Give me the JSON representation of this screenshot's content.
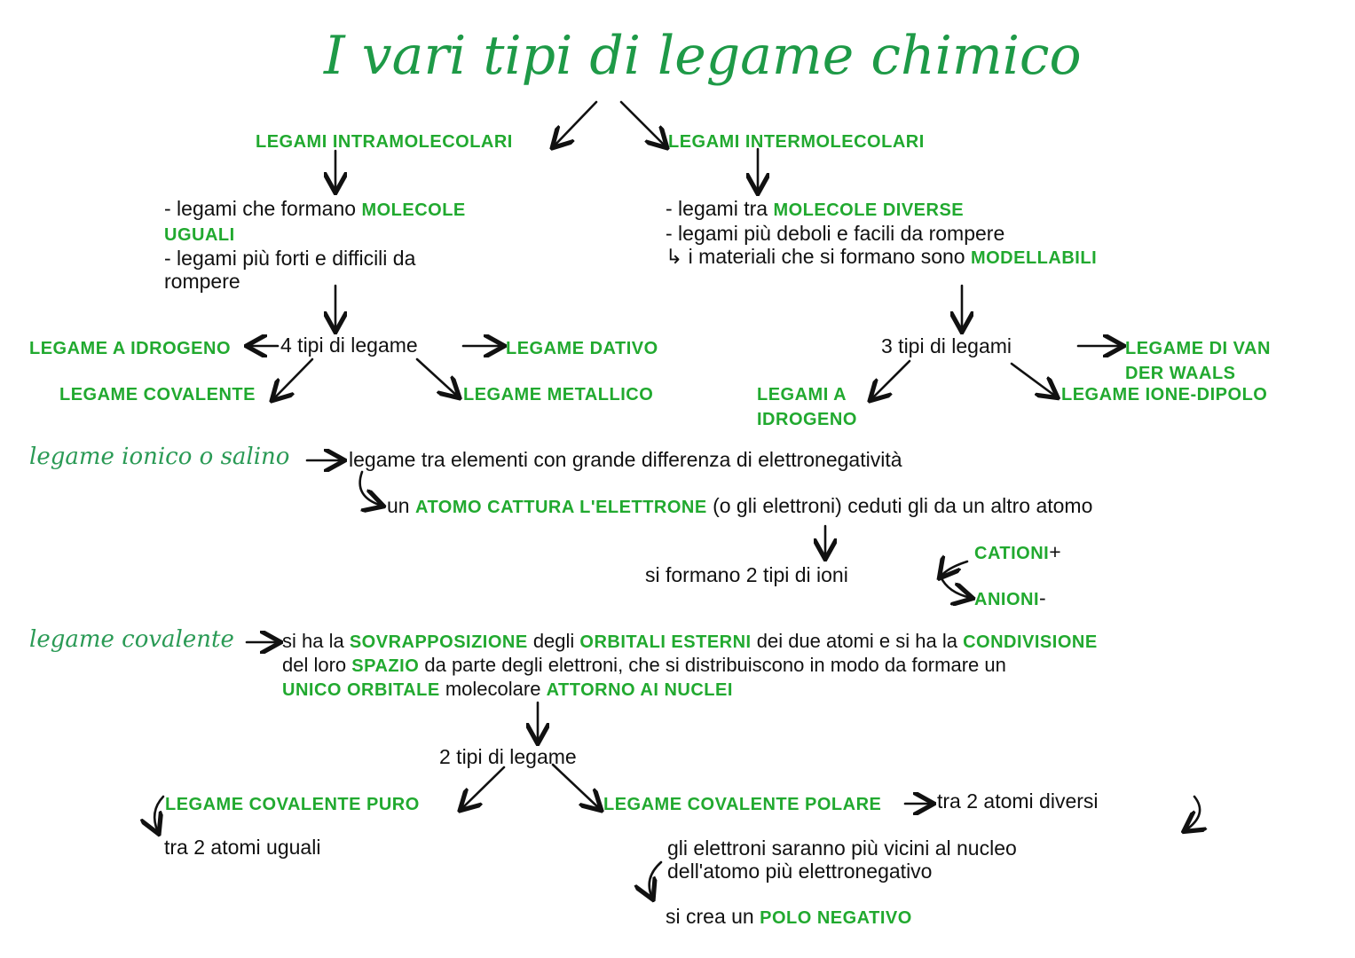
{
  "title": "I vari tipi di legame chimico",
  "colors": {
    "green": "#21a92f",
    "title_green": "#1e9a47",
    "ink": "#111111"
  },
  "blocks": {
    "intra_head": [
      [
        [
          "LEGAMI INTRAMOLECOLARI",
          "g"
        ]
      ]
    ],
    "inter_head": [
      [
        [
          "LEGAMI INTERMOLECOLARI",
          "g"
        ]
      ]
    ],
    "intra_desc": [
      [
        [
          "- legami che formano ",
          "k"
        ],
        [
          "MOLECOLE",
          "g"
        ]
      ],
      [
        [
          "  ",
          "k"
        ],
        [
          "UGUALI",
          "g"
        ]
      ],
      [
        [
          "- legami più forti e difficili da",
          "k"
        ]
      ],
      [
        [
          "  rompere",
          "k"
        ]
      ]
    ],
    "inter_desc": [
      [
        [
          "- legami tra ",
          "k"
        ],
        [
          "MOLECOLE DIVERSE",
          "g"
        ]
      ],
      [
        [
          "- legami più deboli e facili da rompere",
          "k"
        ]
      ],
      [
        [
          "↳ i materiali che si formano sono ",
          "k"
        ],
        [
          "MODELLABILI",
          "g"
        ]
      ]
    ],
    "four_types": [
      [
        [
          "4 tipi di legame",
          "k"
        ]
      ]
    ],
    "idrogeno": [
      [
        [
          "LEGAME A IDROGENO",
          "g"
        ]
      ]
    ],
    "dativo": [
      [
        [
          "LEGAME DATIVO",
          "g"
        ]
      ]
    ],
    "covalente": [
      [
        [
          "LEGAME COVALENTE",
          "g"
        ]
      ]
    ],
    "metallico": [
      [
        [
          "LEGAME METALLICO",
          "g"
        ]
      ]
    ],
    "three_types": [
      [
        [
          "3 tipi di legami",
          "k"
        ]
      ]
    ],
    "van_der_waals": [
      [
        [
          "LEGAME DI VAN",
          "g"
        ]
      ],
      [
        [
          "DER WAALS",
          "g"
        ]
      ]
    ],
    "legami_idrogeno": [
      [
        [
          "LEGAMI A",
          "g"
        ]
      ],
      [
        [
          "IDROGENO",
          "g"
        ]
      ]
    ],
    "ione_dipolo": [
      [
        [
          "LEGAME IONE-DIPOLO",
          "g"
        ]
      ]
    ],
    "ionico_def": [
      [
        [
          "legame tra elementi con grande differenza di elettronegatività",
          "k"
        ]
      ]
    ],
    "ionico_detail": [
      [
        [
          "un ",
          "k"
        ],
        [
          "ATOMO CATTURA L'ELETTRONE",
          "g"
        ],
        [
          " (o gli elettroni) ceduti gli da un altro atomo",
          "k"
        ]
      ]
    ],
    "ioni": [
      [
        [
          "si formano 2 tipi di ioni",
          "k"
        ]
      ]
    ],
    "cationi": [
      [
        [
          "CATIONI",
          "g"
        ],
        [
          "+",
          "k"
        ]
      ]
    ],
    "anioni": [
      [
        [
          "ANIONI",
          "g"
        ],
        [
          "-",
          "k"
        ]
      ]
    ],
    "covalente_def": [
      [
        [
          "si ha la ",
          "k"
        ],
        [
          "SOVRAPPOSIZIONE",
          "g"
        ],
        [
          " degli ",
          "k"
        ],
        [
          "ORBITALI ESTERNI",
          "g"
        ],
        [
          " dei due atomi e si ha la ",
          "k"
        ],
        [
          "CONDIVISIONE",
          "g"
        ]
      ],
      [
        [
          "del loro ",
          "k"
        ],
        [
          "SPAZIO",
          "g"
        ],
        [
          " da parte degli elettroni, che si distribuiscono in modo da formare un",
          "k"
        ]
      ],
      [
        [
          "UNICO ORBITALE",
          "g"
        ],
        [
          " molecolare ",
          "k"
        ],
        [
          "ATTORNO AI NUCLEI",
          "g"
        ]
      ]
    ],
    "two_types": [
      [
        [
          "2 tipi di legame",
          "k"
        ]
      ]
    ],
    "puro": [
      [
        [
          "LEGAME COVALENTE PURO",
          "g"
        ]
      ]
    ],
    "puro_desc": [
      [
        [
          "tra 2 atomi uguali",
          "k"
        ]
      ]
    ],
    "polare": [
      [
        [
          "LEGAME COVALENTE POLARE",
          "g"
        ]
      ]
    ],
    "polare_desc": [
      [
        [
          "tra 2 atomi diversi",
          "k"
        ]
      ]
    ],
    "polare_detail": [
      [
        [
          "gli elettroni saranno più vicini al nucleo",
          "k"
        ]
      ],
      [
        [
          "dell'atomo più elettronegativo",
          "k"
        ]
      ]
    ],
    "polo": [
      [
        [
          "si crea un ",
          "k"
        ],
        [
          "POLO NEGATIVO",
          "g"
        ]
      ]
    ]
  },
  "ionico_label": "legame ionico o salino",
  "covalente_label": "legame covalente"
}
